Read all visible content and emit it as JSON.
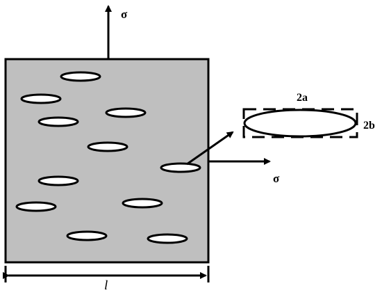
{
  "labels": {
    "stress_top": "σ",
    "stress_right": "σ",
    "crack_length": "2a",
    "crack_width": "2b",
    "plate_length": "l"
  },
  "colors": {
    "plate_fill": "#bfbfbf",
    "stroke": "#000000",
    "crack_fill": "#ffffff"
  }
}
